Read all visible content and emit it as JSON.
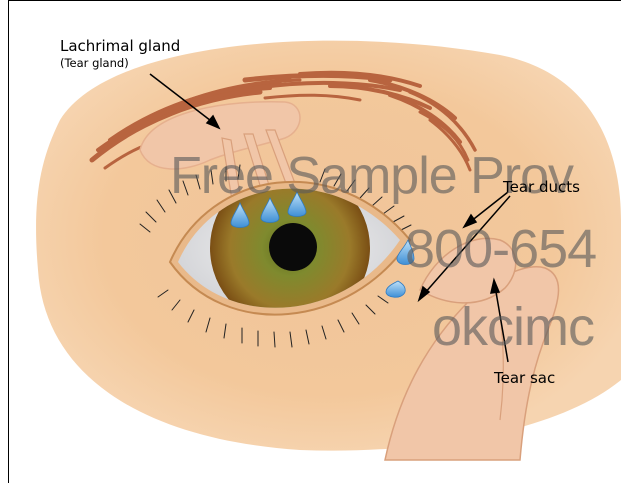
{
  "labels": {
    "gland_title": "Lachrimal gland",
    "gland_sub": "(Tear gland)",
    "ducts": "Tear ducts",
    "sac": "Tear sac"
  },
  "watermark": {
    "line1": "Free Sample Prov",
    "line2": "800-654",
    "line3": "okcimc"
  },
  "colors": {
    "skin": "#f3c89a",
    "gland": "#f1c6a8",
    "brow": "#b8643f",
    "iris": "#8a7a2c",
    "tear": "#6fb1e4"
  }
}
